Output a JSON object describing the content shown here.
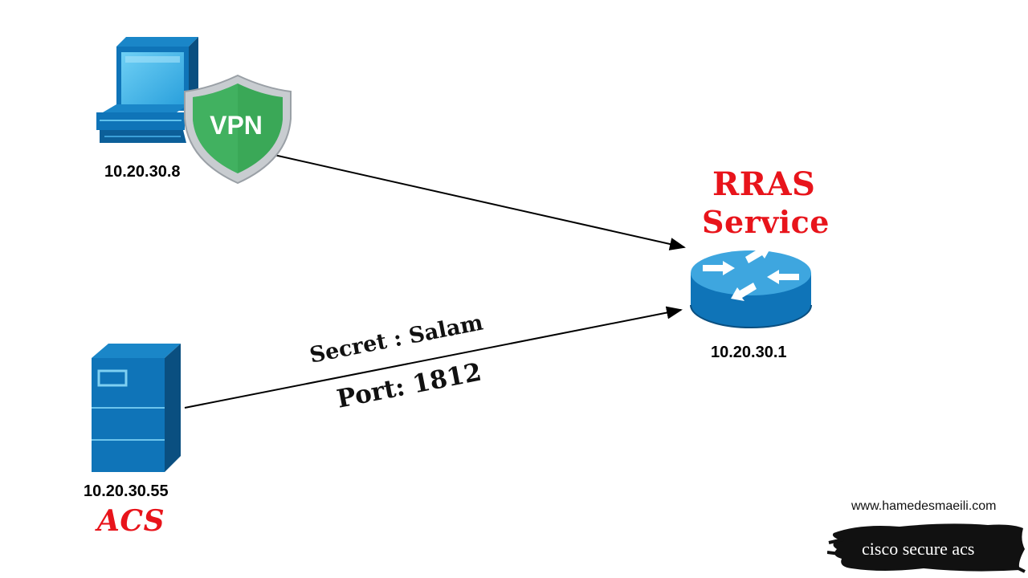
{
  "nodes": {
    "vpn_client": {
      "ip": "10.20.30.8",
      "badge": "VPN"
    },
    "acs_server": {
      "ip": "10.20.30.55",
      "title": "ACS"
    },
    "rras_router": {
      "ip": "10.20.30.1",
      "title_line1": "RRAS",
      "title_line2": "Service"
    }
  },
  "links": {
    "acs_to_rras": {
      "secret": "Secret : Salam",
      "port": "Port: 1812"
    }
  },
  "branding": {
    "url": "www.hamedesmaeili.com",
    "caption": "cisco secure acs"
  },
  "colors": {
    "device_blue": "#0f74b8",
    "device_blue_light": "#44b4e8",
    "shield_green": "#3aa857",
    "accent_red": "#e8141b"
  }
}
